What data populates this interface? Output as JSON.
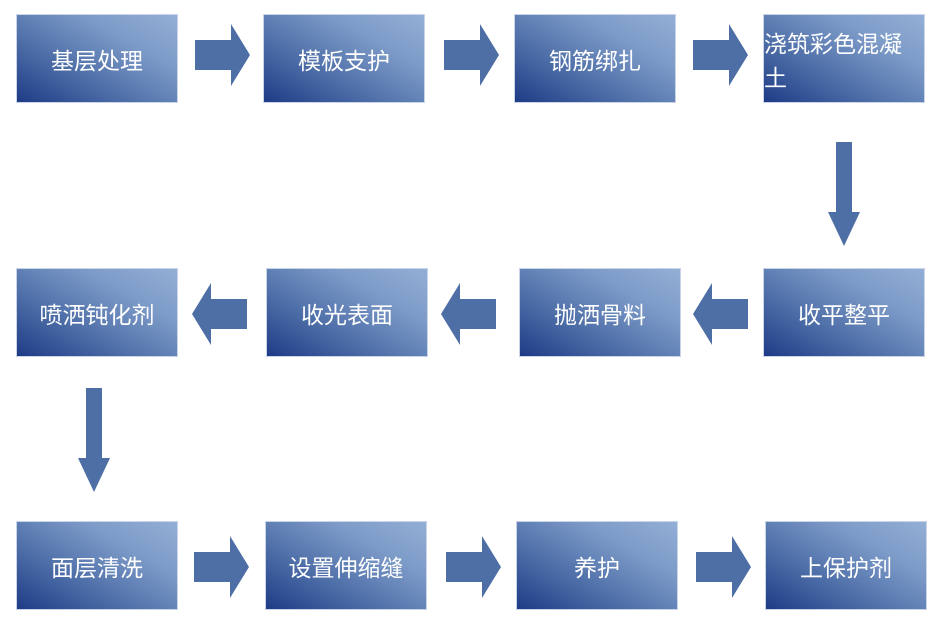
{
  "steps": [
    {
      "label": "基层处理"
    },
    {
      "label": "模板支护"
    },
    {
      "label": "钢筋绑扎"
    },
    {
      "label": "浇筑彩色混凝土"
    },
    {
      "label": "收平整平"
    },
    {
      "label": "抛洒骨料"
    },
    {
      "label": "收光表面"
    },
    {
      "label": "喷洒钝化剂"
    },
    {
      "label": "面层清洗"
    },
    {
      "label": "设置伸缩缝"
    },
    {
      "label": "养护"
    },
    {
      "label": "上保护剂"
    }
  ],
  "colors": {
    "box_dark": "#1e3c86",
    "box_light": "#93afd6",
    "arrow": "#4d6fa6"
  }
}
